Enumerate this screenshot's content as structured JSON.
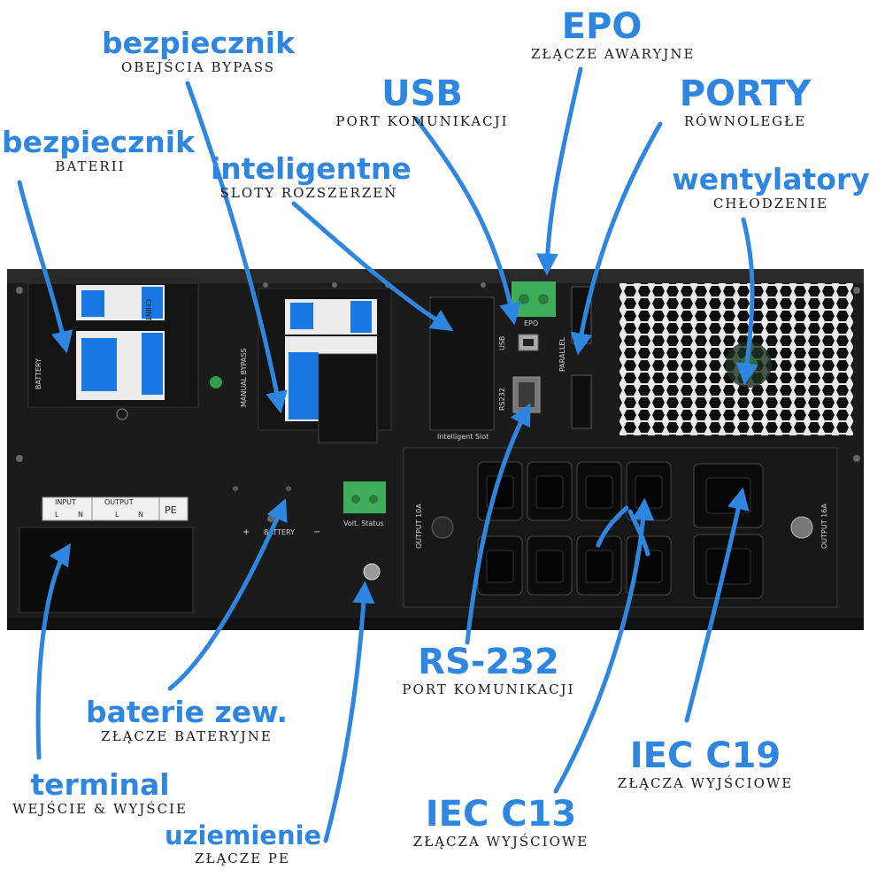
{
  "labels": {
    "epo": {
      "title": "EPO",
      "sub": "ZŁĄCZE AWARYJNE"
    },
    "usb": {
      "title": "USB",
      "sub": "PORT KOMUNIKACJI"
    },
    "porty": {
      "title": "PORTY",
      "sub": "RÓWNOLEGŁE"
    },
    "wentylatory": {
      "title": "wentylatory",
      "sub": "CHŁODZENIE"
    },
    "bypass_fuse": {
      "title": "bezpiecznik",
      "sub": "OBEJŚCIA BYPASS"
    },
    "battery_fuse": {
      "title": "bezpiecznik",
      "sub": "BATERII"
    },
    "slots": {
      "title": "inteligentne",
      "sub": "SLOTY ROZSZERZEŃ"
    },
    "rs232": {
      "title": "RS-232",
      "sub": "PORT KOMUNIKACJI"
    },
    "ext_battery": {
      "title": "baterie zew.",
      "sub": "ZŁĄCZE BATERYJNE"
    },
    "terminal": {
      "title": "terminal",
      "sub": "WEJŚCIE & WYJŚCIE"
    },
    "ground": {
      "title": "uziemienie",
      "sub": "ZŁĄCZE PE"
    },
    "iec_c13": {
      "title": "IEC C13",
      "sub": "ZŁĄCZA WYJŚCIOWE"
    },
    "iec_c19": {
      "title": "IEC C19",
      "sub": "ZŁĄCZA WYJŚCIOWE"
    }
  },
  "panel_text": {
    "breaker_brand": "CHINT",
    "battery_label": "BATTERY",
    "bypass_label": "MANUAL BYPASS",
    "smart_slot": "Intelligent Slot",
    "usb_label": "USB",
    "rs232_label": "RS232",
    "epo_label": "EPO",
    "parallel_label": "PARALLEL",
    "input_label": "INPUT",
    "output_label": "OUTPUT",
    "term_l": "L",
    "term_n": "N",
    "pe_label": "PE",
    "ext_batt_label": "BATTERY",
    "plus": "+",
    "minus": "−",
    "dry_contact": "Volt. Status",
    "output_10a": "OUTPUT 10A",
    "output_16a": "OUTPUT 16A"
  },
  "colors": {
    "accent": "#2f86e0",
    "panel": "#1b1b1b",
    "breaker_blue": "#1877e0",
    "connector_green": "#3fae5a"
  }
}
